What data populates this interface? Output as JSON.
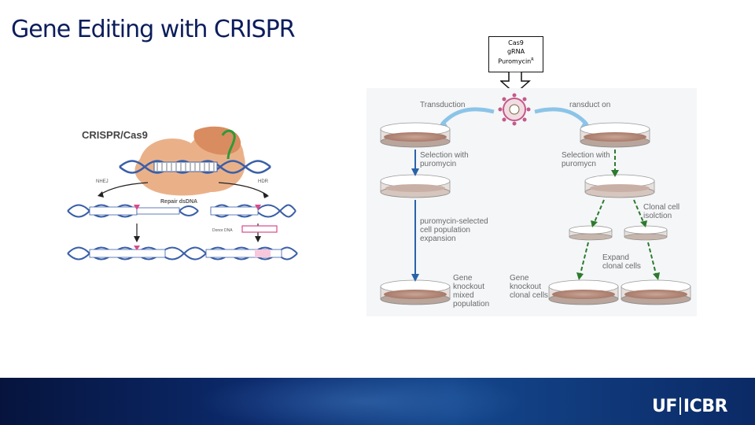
{
  "slide": {
    "title": "Gene Editing with CRISPR"
  },
  "callout": {
    "line1": "Cas9",
    "line2": "gRNA",
    "line3_base": "Puromycin",
    "line3_sup": "R"
  },
  "crispr_diagram": {
    "title": "CRISPR/Cas9",
    "nhej": "NHEJ",
    "hdr": "HDR",
    "repair": "Repair dsDNA",
    "donor": "Donor DNA"
  },
  "protocol": {
    "transduction_left": "Transduction",
    "transduction_right": "ransduct on",
    "selection_left_1": "Selection with",
    "selection_left_2": "puromycin",
    "selection_right_1": "Selection with",
    "selection_right_2": "puromycn",
    "puro_selected_1": "puromycin-selected",
    "puro_selected_2": "cell population",
    "puro_selected_3": "expansion",
    "clonal_iso_1": "Clonal cell",
    "clonal_iso_2": "isolction",
    "expand_1": "Expand",
    "expand_2": "clonal cells",
    "ko_mixed_1": "Gene",
    "ko_mixed_2": "knockout",
    "ko_mixed_3": "mixed",
    "ko_mixed_4": "population",
    "ko_clonal_1": "Gene",
    "ko_clonal_2": "knockout",
    "ko_clonal_3": "clonal cells"
  },
  "footer": {
    "logo_left": "UF",
    "logo_right": "ICBR"
  },
  "colors": {
    "title": "#0b1d5c",
    "cas9": "#e8a97c",
    "dna_blue": "#3a5fa8",
    "arrow_light_blue": "#8cc4e8",
    "arrow_dark_blue": "#2a62a8",
    "arrow_green": "#2d7a2d"
  }
}
